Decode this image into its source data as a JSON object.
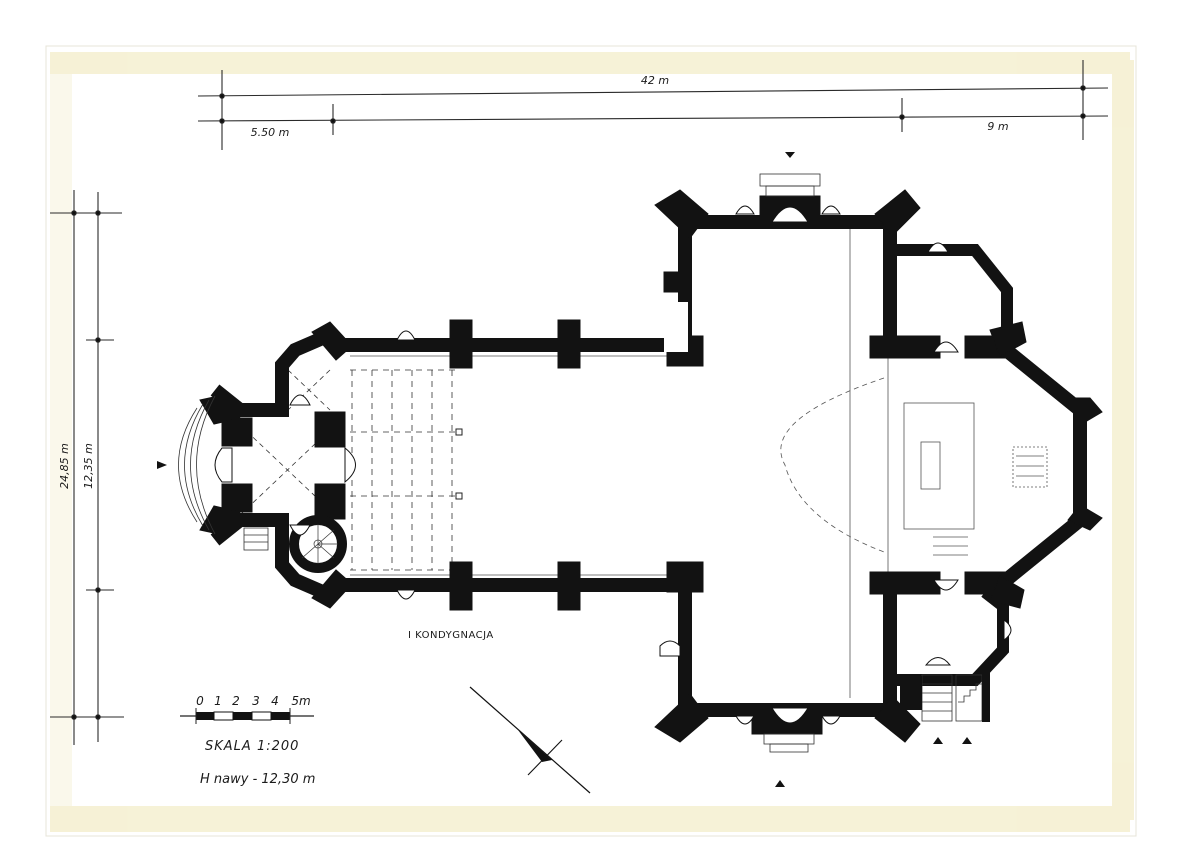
{
  "dimensions": {
    "total_length": "42 m",
    "left_span": "5.50 m",
    "right_span": "9 m",
    "total_width": "24,85 m",
    "inner_width": "12,35 m"
  },
  "plan": {
    "level_label": "I KONDYGNACJA"
  },
  "scale": {
    "ticks": [
      "0",
      "1",
      "2",
      "3",
      "4",
      "5m"
    ],
    "scale_label": "SKALA 1:200",
    "nave_height": "H nawy - 12,30 m"
  },
  "colors": {
    "paper": "#fbfbf7",
    "wall": "#121212",
    "line": "#2a2a2a",
    "aging": "#f3edc9"
  }
}
